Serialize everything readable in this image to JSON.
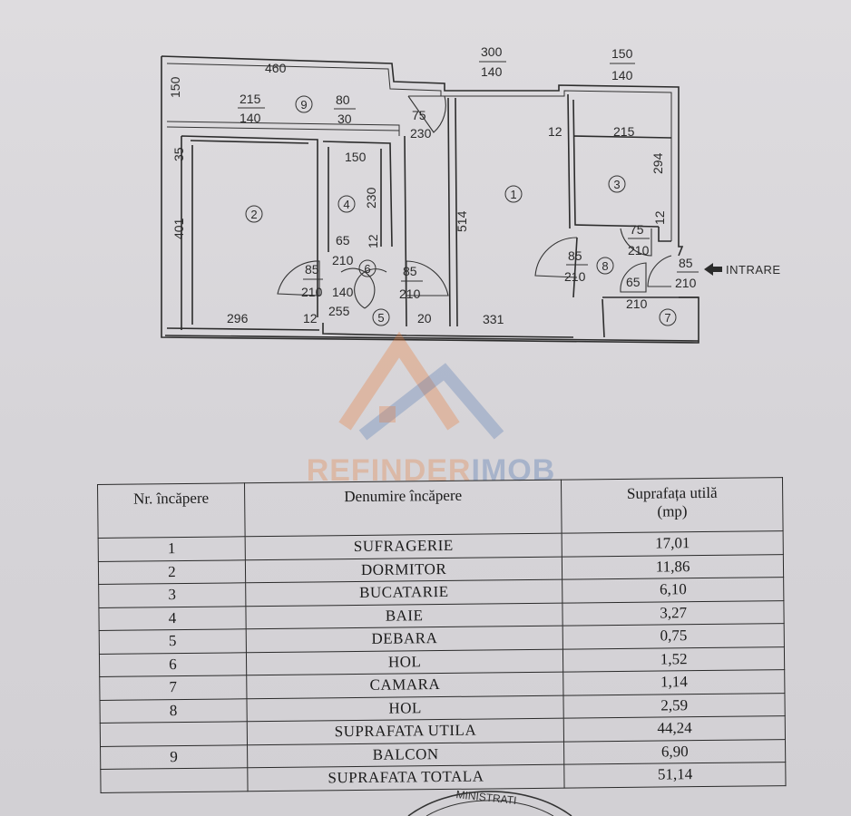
{
  "plan": {
    "dims": {
      "top_460": "460",
      "top_300": "300",
      "top_140a": "140",
      "top_150": "150",
      "top_140b": "140",
      "left_150": "150",
      "balcony_215": "215",
      "balcony_140": "140",
      "balcony_80": "80",
      "balcony_30": "30",
      "door_75": "75",
      "door_230": "230",
      "kitchen_12": "12",
      "kitchen_215": "215",
      "kitchen_294": "294",
      "left_35": "35",
      "left_401": "401",
      "center_514": "514",
      "bath_150": "150",
      "bath_230": "230",
      "hol_65": "65",
      "hol_12": "12",
      "hol_210": "210",
      "doorL_85": "85",
      "doorL_210": "210",
      "hol6_140": "140",
      "doorR_85": "85",
      "doorR_210": "210",
      "bottom_296": "296",
      "bottom_12": "12",
      "bottom_255": "255",
      "bottom_20": "20",
      "bottom_331": "331",
      "k_75": "75",
      "k_210": "210",
      "k_12": "12",
      "h8_85": "85",
      "h8_210": "210",
      "h8_65": "65",
      "ent_85": "85",
      "ent_210": "210",
      "cam_210": "210"
    },
    "rooms": {
      "r1": "1",
      "r2": "2",
      "r3": "3",
      "r4": "4",
      "r5": "5",
      "r6": "6",
      "r7": "7",
      "r8": "8",
      "r9": "9"
    },
    "entrance_label": "INTRARE"
  },
  "watermark": {
    "part1": "REFINDER",
    "part2": "IMOB",
    "color1": "#e8742a",
    "color2": "#2f5fa8"
  },
  "table": {
    "headers": [
      "Nr. încăpere",
      "Denumire încăpere",
      "Suprafața utilă",
      "(mp)"
    ],
    "rows": [
      {
        "nr": "1",
        "name": "SUFRAGERIE",
        "area": "17,01"
      },
      {
        "nr": "2",
        "name": "DORMITOR",
        "area": "11,86"
      },
      {
        "nr": "3",
        "name": "BUCATARIE",
        "area": "6,10"
      },
      {
        "nr": "4",
        "name": "BAIE",
        "area": "3,27"
      },
      {
        "nr": "5",
        "name": "DEBARA",
        "area": "0,75"
      },
      {
        "nr": "6",
        "name": "HOL",
        "area": "1,52"
      },
      {
        "nr": "7",
        "name": "CAMARA",
        "area": "1,14"
      },
      {
        "nr": "8",
        "name": "HOL",
        "area": "2,59"
      },
      {
        "nr": "",
        "name": "SUPRAFATA UTILA",
        "area": "44,24"
      },
      {
        "nr": "9",
        "name": "BALCON",
        "area": "6,90"
      },
      {
        "nr": "",
        "name": "SUPRAFATA TOTALA",
        "area": "51,14"
      }
    ]
  },
  "stamp_text": "MINISTRATI"
}
